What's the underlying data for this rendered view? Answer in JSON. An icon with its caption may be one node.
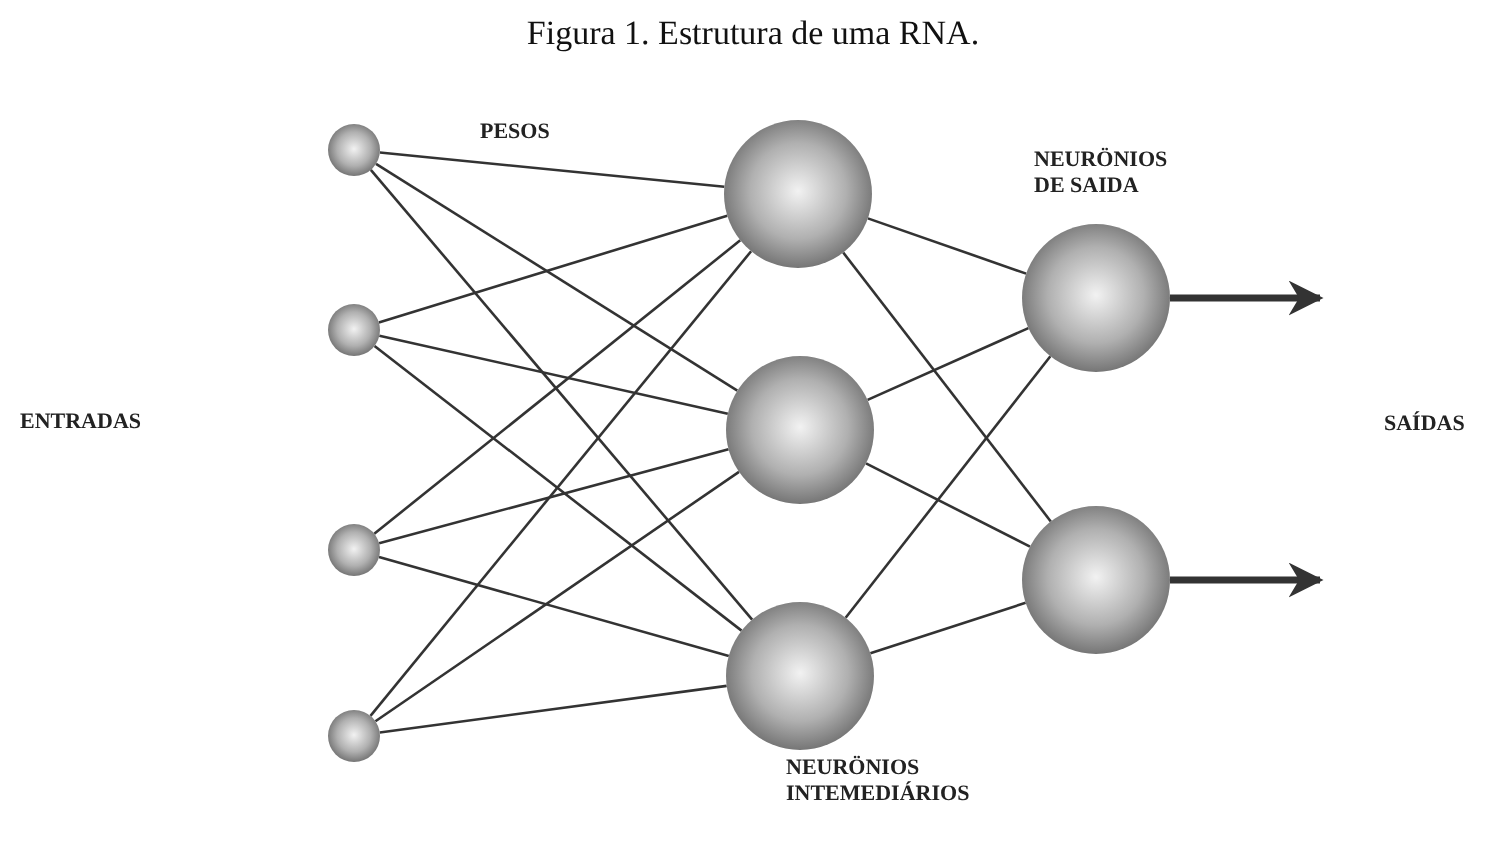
{
  "diagram": {
    "title": "Figura 1. Estrutura de uma RNA.",
    "nodes": [
      {
        "text": [],
        "shape": "circle"
      },
      {
        "text": [],
        "shape": "circle"
      },
      {
        "text": [],
        "shape": "circle"
      },
      {
        "text": [],
        "shape": "circle"
      },
      {
        "text": [],
        "shape": "circle"
      },
      {
        "text": [],
        "shape": "circle"
      },
      {
        "text": [],
        "shape": "circle"
      },
      {
        "text": [],
        "shape": "circle"
      },
      {
        "text": [],
        "shape": "circle"
      }
    ],
    "edges": [
      {
        "from": 0,
        "to": 4,
        "arrow": "none"
      },
      {
        "from": 0,
        "to": 5,
        "arrow": "none"
      },
      {
        "from": 0,
        "to": 6,
        "arrow": "none"
      },
      {
        "from": 1,
        "to": 4,
        "arrow": "none"
      },
      {
        "from": 1,
        "to": 5,
        "arrow": "none"
      },
      {
        "from": 1,
        "to": 6,
        "arrow": "none"
      },
      {
        "from": 2,
        "to": 4,
        "arrow": "none"
      },
      {
        "from": 2,
        "to": 5,
        "arrow": "none"
      },
      {
        "from": 2,
        "to": 6,
        "arrow": "none"
      },
      {
        "from": 3,
        "to": 4,
        "arrow": "none"
      },
      {
        "from": 3,
        "to": 5,
        "arrow": "none"
      },
      {
        "from": 3,
        "to": 6,
        "arrow": "none"
      },
      {
        "from": 4,
        "to": 7,
        "arrow": "none"
      },
      {
        "from": 4,
        "to": 8,
        "arrow": "none"
      },
      {
        "from": 5,
        "to": 7,
        "arrow": "none"
      },
      {
        "from": 5,
        "to": 8,
        "arrow": "none"
      },
      {
        "from": 6,
        "to": 7,
        "arrow": "none"
      },
      {
        "from": 6,
        "to": 8,
        "arrow": "none"
      },
      {
        "from": 7,
        "to": null,
        "arrow": "to",
        "style": "thick"
      },
      {
        "from": 8,
        "to": null,
        "arrow": "to",
        "style": "thick"
      }
    ],
    "labels": [
      "PESOS",
      "NEURÖNIOS DE SAIDA",
      "ENTRADAS",
      "SAÍDAS",
      "NEURÖNIOS INTEMEDIÁRIOS"
    ]
  }
}
